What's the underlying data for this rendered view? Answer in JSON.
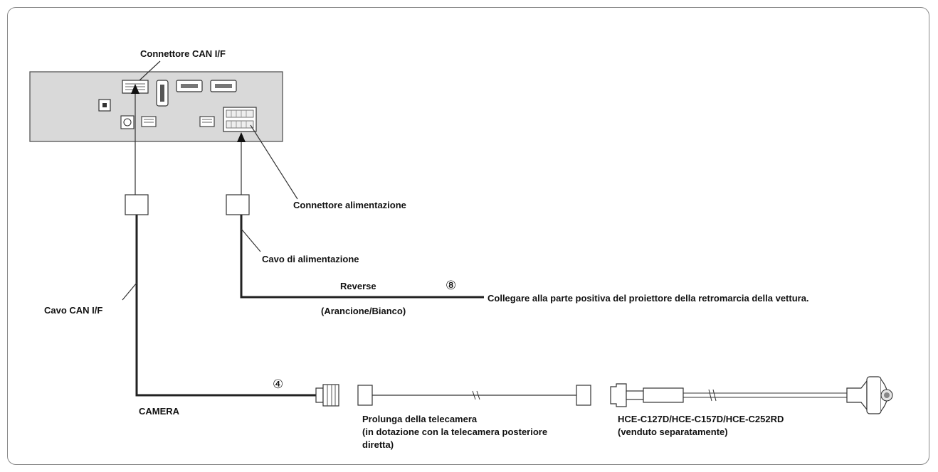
{
  "labels": {
    "can_connector": "Connettore CAN I/F",
    "power_connector": "Connettore alimentazione",
    "power_cable": "Cavo di alimentazione",
    "reverse": "Reverse",
    "reverse_num": "⑧",
    "reverse_color": "(Arancione/Bianco)",
    "reverse_dest": "Collegare alla parte positiva del proiettore della retromarcia della vettura.",
    "can_cable": "Cavo CAN I/F",
    "camera": "CAMERA",
    "camera_num": "④",
    "ext_line1": "Prolunga della telecamera",
    "ext_line2": "(in dotazione con la telecamera posteriore",
    "ext_line3": "diretta)",
    "cam_line1": "HCE-C127D/HCE-C157D/HCE-C252RD",
    "cam_line2": "(venduto separatamente)"
  }
}
